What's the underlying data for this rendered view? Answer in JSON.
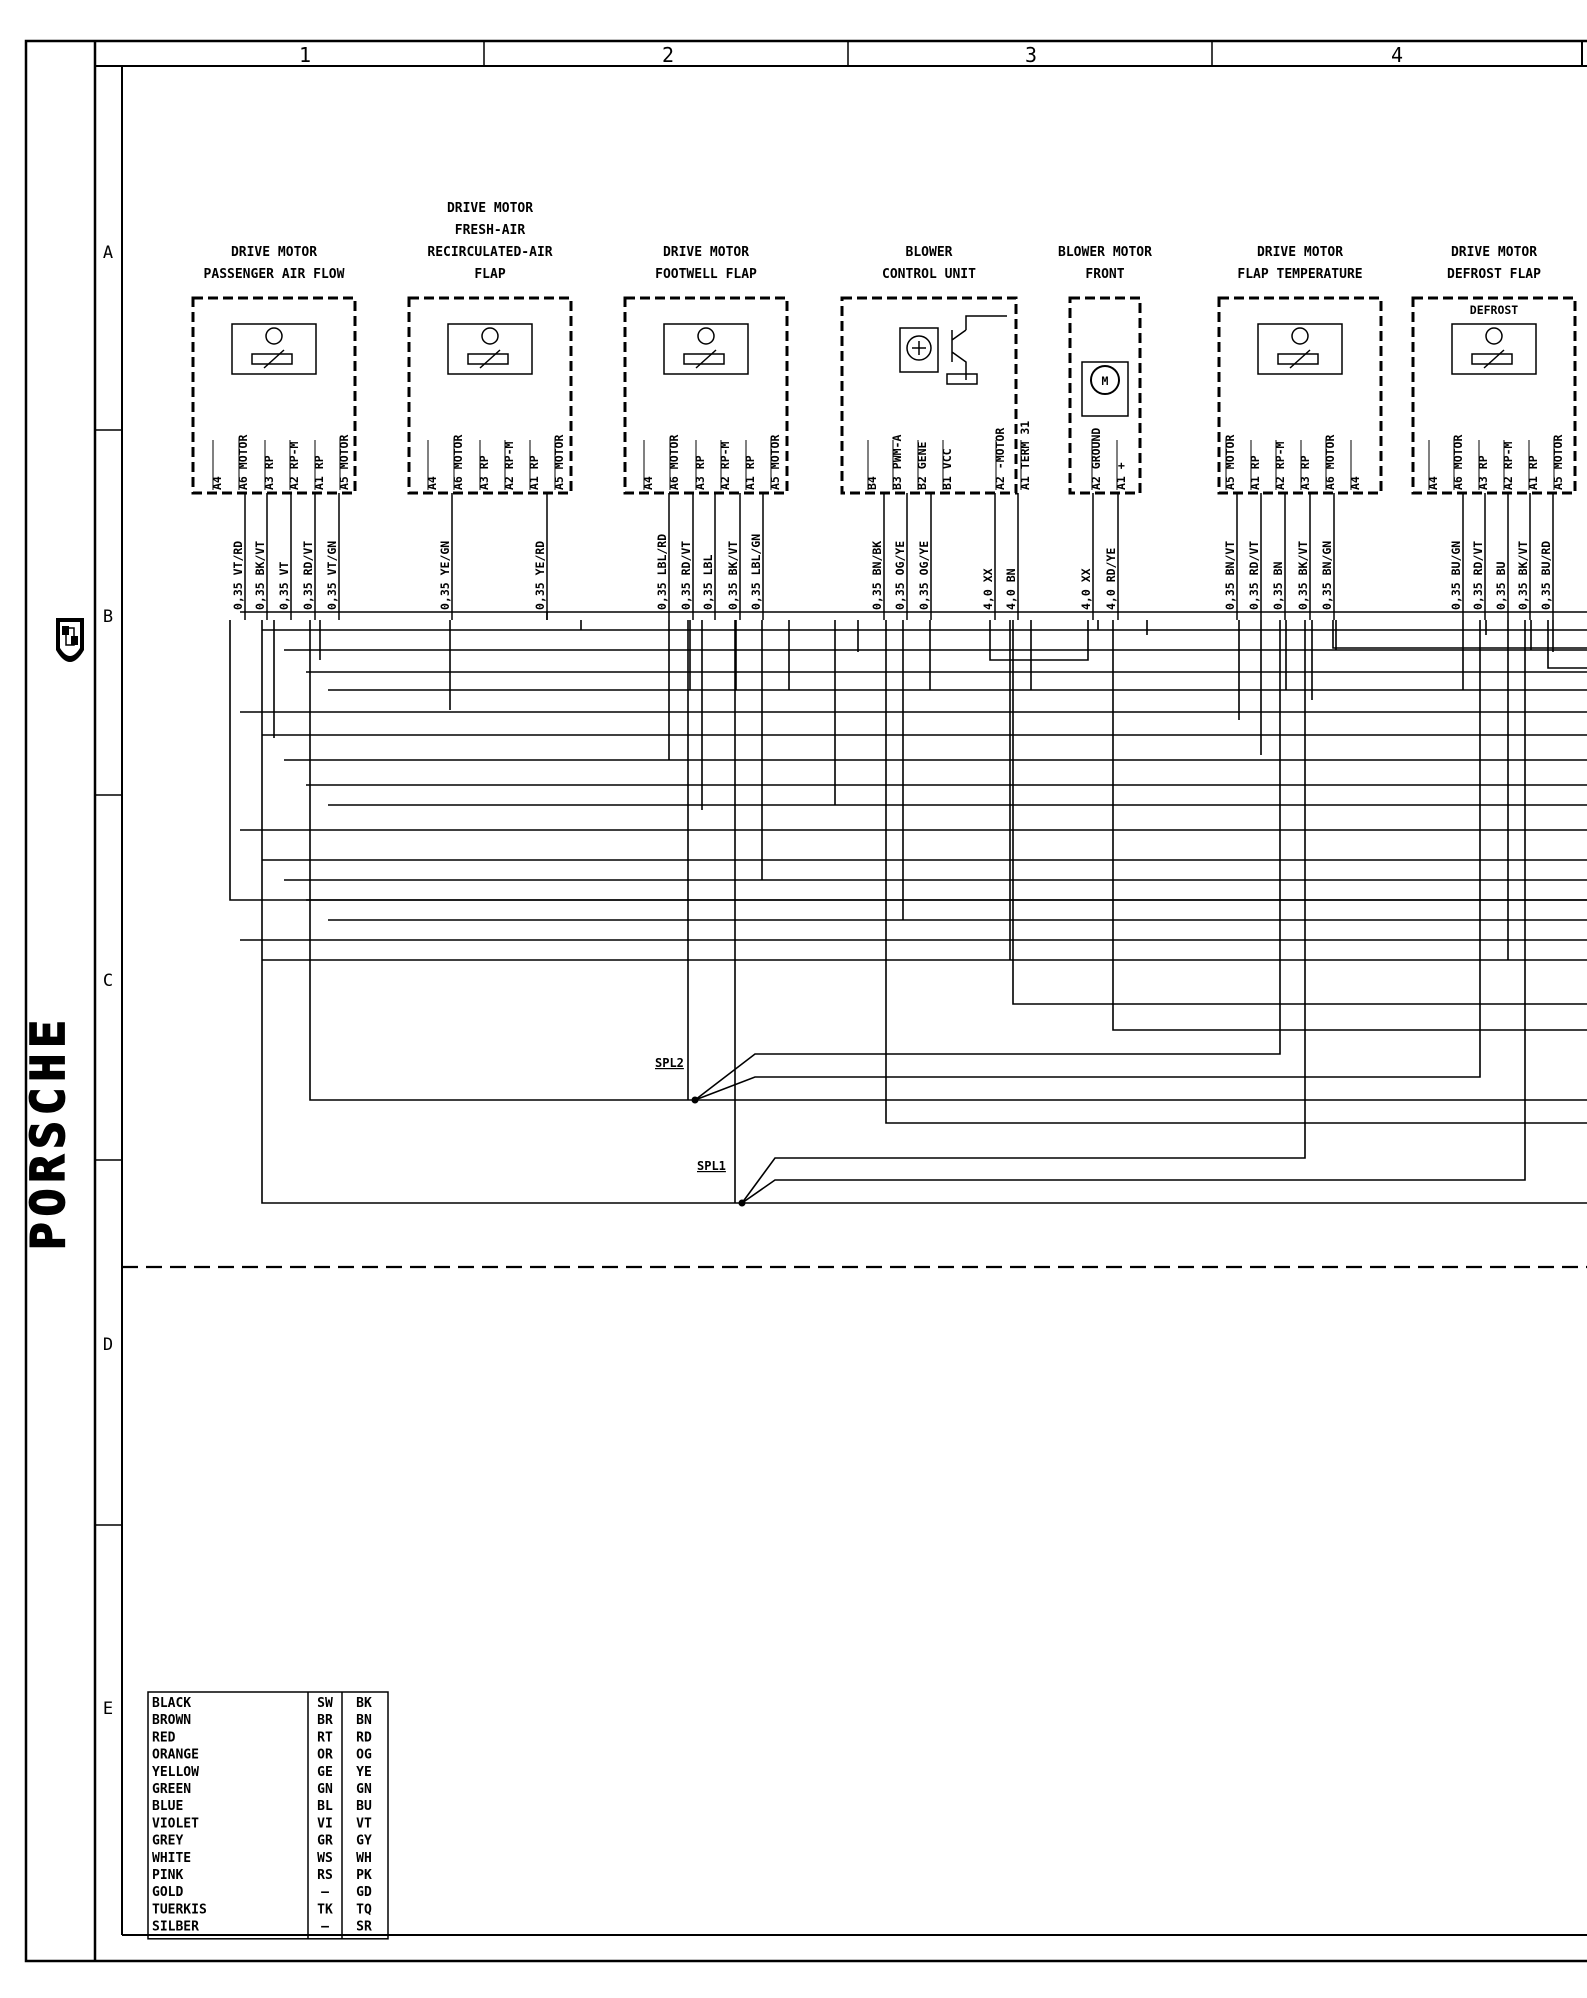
{
  "columns": [
    "1",
    "2",
    "3",
    "4"
  ],
  "rows": [
    "A",
    "B",
    "C",
    "D",
    "E"
  ],
  "brand": "PORSCHE",
  "components": [
    {
      "id": "pax",
      "title": [
        "DRIVE MOTOR",
        "PASSENGER AIR FLOW"
      ],
      "pins": [
        "A4",
        "A6 MOTOR",
        "A3 RP",
        "A2 RP-M",
        "A1 RP",
        "A5 MOTOR"
      ],
      "wires": [
        "0,35 VT/RD",
        "0,35 BK/VT",
        "0,35 VT",
        "0,35 RD/VT",
        "0,35 VT/GN"
      ]
    },
    {
      "id": "fresh",
      "title": [
        "DRIVE MOTOR",
        "FRESH-AIR",
        "RECIRCULATED-AIR",
        "FLAP"
      ],
      "pins": [
        "A4",
        "A6 MOTOR",
        "A3 RP",
        "A2 RP-M",
        "A1 RP",
        "A5 MOTOR"
      ],
      "wires": [
        "0,35 YE/GN",
        "0,35 YE/RD"
      ]
    },
    {
      "id": "foot",
      "title": [
        "DRIVE MOTOR",
        "FOOTWELL FLAP"
      ],
      "pins": [
        "A4",
        "A6 MOTOR",
        "A3 RP",
        "A2 RP-M",
        "A1 RP",
        "A5 MOTOR"
      ],
      "wires": [
        "0,35 LBL/RD",
        "0,35 RD/VT",
        "0,35 LBL",
        "0,35 BK/VT",
        "0,35 LBL/GN"
      ]
    },
    {
      "id": "blowercu",
      "title": [
        "BLOWER",
        "CONTROL UNIT"
      ],
      "pins": [
        "B4",
        "B3 PWM-A",
        "B2 GENE",
        "B1 VCC",
        "A2 -MOTOR",
        "A1 TERM 31"
      ],
      "wires": [
        "0,35 BN/BK",
        "0,35 OG/YE",
        "0,35 OG/YE",
        "4,0 XX",
        "4,0 BN"
      ]
    },
    {
      "id": "blowermot",
      "title": [
        "BLOWER MOTOR",
        "FRONT"
      ],
      "pins": [
        "A2 GROUND",
        "A1 +"
      ],
      "wires": [
        "4,0 XX",
        "4,0 RD/YE"
      ]
    },
    {
      "id": "temp",
      "title": [
        "DRIVE MOTOR",
        "FLAP TEMPERATURE"
      ],
      "pins": [
        "A5 MOTOR",
        "A1 RP",
        "A2 RP-M",
        "A3 RP",
        "A6 MOTOR",
        "A4"
      ],
      "wires": [
        "0,35 BN/VT",
        "0,35 RD/VT",
        "0,35 BN",
        "0,35 BK/VT",
        "0,35 BN/GN"
      ]
    },
    {
      "id": "defrost",
      "title": [
        "DRIVE MOTOR",
        "DEFROST FLAP"
      ],
      "label": "DEFROST",
      "pins": [
        "A4",
        "A6 MOTOR",
        "A3 RP",
        "A2 RP-M",
        "A1 RP",
        "A5 MOTOR"
      ],
      "wires": [
        "0,35 BU/GN",
        "0,35 RD/VT",
        "0,35 BU",
        "0,35 BK/VT",
        "0,35 BU/RD"
      ]
    }
  ],
  "splices": [
    "SPL2",
    "SPL1"
  ],
  "legend": [
    [
      "BLACK",
      "SW",
      "BK"
    ],
    [
      "BROWN",
      "BR",
      "BN"
    ],
    [
      "RED",
      "RT",
      "RD"
    ],
    [
      "ORANGE",
      "OR",
      "OG"
    ],
    [
      "YELLOW",
      "GE",
      "YE"
    ],
    [
      "GREEN",
      "GN",
      "GN"
    ],
    [
      "BLUE",
      "BL",
      "BU"
    ],
    [
      "VIOLET",
      "VI",
      "VT"
    ],
    [
      "GREY",
      "GR",
      "GY"
    ],
    [
      "WHITE",
      "WS",
      "WH"
    ],
    [
      "PINK",
      "RS",
      "PK"
    ],
    [
      "GOLD",
      "—",
      "GD"
    ],
    [
      "TUERKIS",
      "TK",
      "TQ"
    ],
    [
      "SILBER",
      "—",
      "SR"
    ]
  ]
}
